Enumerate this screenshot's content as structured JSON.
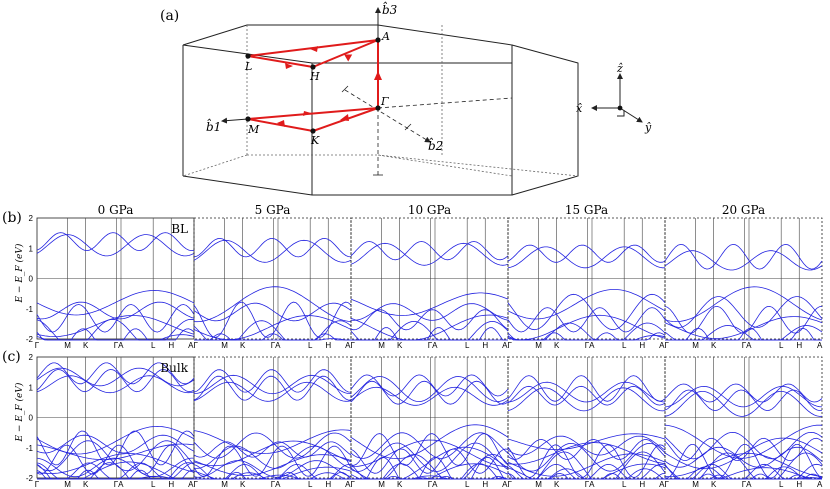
{
  "colors": {
    "band": "#2323e0",
    "path": "#e01b1b",
    "frame": "#222222",
    "grid": "#444444"
  },
  "panel_a": {
    "label": "(a)",
    "axis_b3": "b̂3",
    "axis_b1": "b̂1",
    "axis_b2": "b̂2",
    "points": [
      "A",
      "L",
      "H",
      "Γ",
      "M",
      "K"
    ],
    "triad": {
      "z": "ẑ",
      "x": "x̂",
      "y": "ŷ"
    }
  },
  "chart_data": [
    {
      "type": "line",
      "panel": "(b)",
      "row_label": "BL",
      "ylabel": "E − E_F (eV)",
      "ylim": [
        -2,
        2
      ],
      "yticks": [
        2,
        1,
        0,
        -1,
        -2
      ],
      "pressures": [
        "0 GPa",
        "5 GPa",
        "10 GPa",
        "15 GPa",
        "20 GPa"
      ],
      "kpath": [
        "Γ",
        "M",
        "K",
        "Γ",
        "A",
        "L",
        "H",
        "A"
      ],
      "kticks": [
        "Γ",
        "M",
        "K",
        "ΓA",
        "L",
        "H",
        "A",
        "AΓ"
      ],
      "gap_conduction_min": [
        0.75,
        0.55,
        0.45,
        0.35,
        0.25
      ],
      "valence_max": [
        -0.25,
        -0.3,
        -0.3,
        -0.3,
        -0.3
      ]
    },
    {
      "type": "line",
      "panel": "(c)",
      "row_label": "Bulk",
      "ylabel": "E − E_F (eV)",
      "ylim": [
        -2,
        2
      ],
      "yticks": [
        2,
        1,
        0,
        -1,
        -2
      ],
      "pressures": [
        "0 GPa",
        "5 GPa",
        "10 GPa",
        "15 GPa",
        "20 GPa"
      ],
      "kpath": [
        "Γ",
        "M",
        "K",
        "Γ",
        "A",
        "L",
        "H",
        "A"
      ],
      "kticks": [
        "Γ",
        "M",
        "K",
        "ΓA",
        "L",
        "H",
        "A",
        "AΓ"
      ],
      "gap_conduction_min": [
        0.75,
        0.5,
        0.35,
        0.25,
        0.1
      ],
      "valence_max": [
        -0.2,
        -0.25,
        -0.25,
        -0.25,
        -0.25
      ]
    }
  ]
}
